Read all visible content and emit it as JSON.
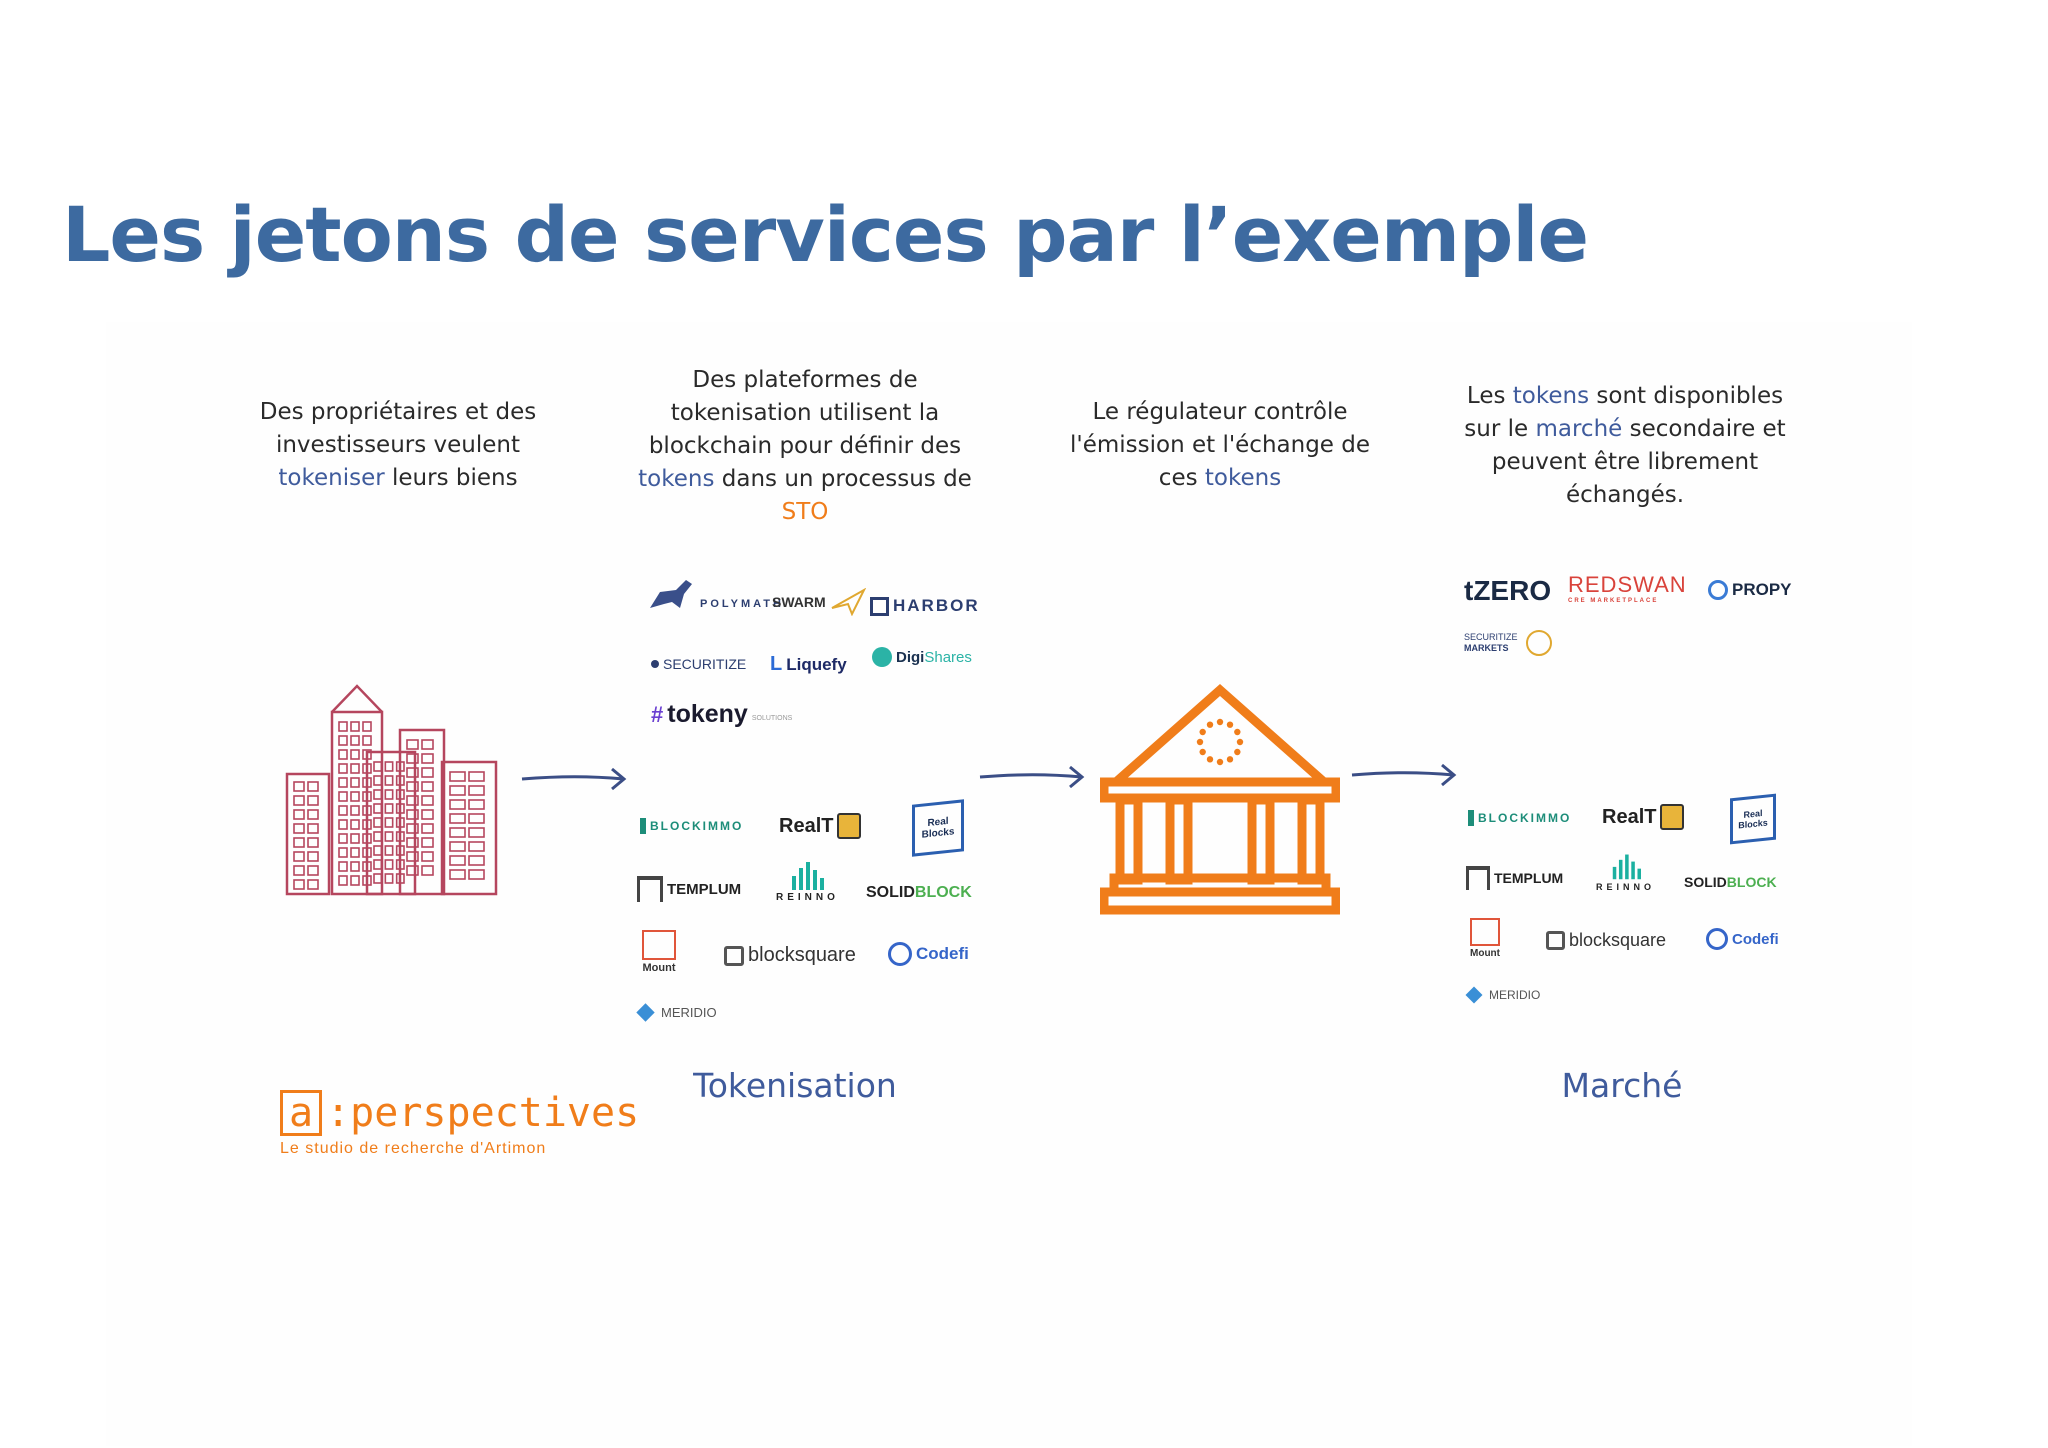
{
  "title": "Les jetons de services par l’exemple",
  "steps": [
    {
      "lines": [
        [
          "Des propriétaires et des"
        ],
        [
          "investisseurs veulent"
        ],
        [
          {
            "t": "tokeniser",
            "c": "blue"
          },
          " leurs biens"
        ]
      ]
    },
    {
      "lines": [
        [
          "Des plateformes de"
        ],
        [
          "tokenisation utilisent la"
        ],
        [
          "blockchain pour définir des"
        ],
        [
          {
            "t": "tokens",
            "c": "blue"
          },
          " dans un processus de"
        ],
        [
          {
            "t": "STO",
            "c": "orange"
          }
        ]
      ]
    },
    {
      "lines": [
        [
          "Le régulateur contrôle"
        ],
        [
          "l'émission et l'échange de"
        ],
        [
          "ces ",
          {
            "t": "tokens",
            "c": "blue"
          }
        ]
      ]
    },
    {
      "lines": [
        [
          "Les ",
          {
            "t": "tokens",
            "c": "blue"
          },
          " sont disponibles"
        ],
        [
          "sur le ",
          {
            "t": "marché",
            "c": "blue"
          },
          " secondaire et"
        ],
        [
          "peuvent être librement"
        ],
        [
          "échangés."
        ]
      ]
    }
  ],
  "sections": {
    "tokenisation": "Tokenisation",
    "marche": "Marché"
  },
  "logos_sto": {
    "polymath": "POLYMATH",
    "swarm": "SWARM",
    "harbor": "HARBOR",
    "securitize": "SECURITIZE",
    "liquefy": "Liquefy",
    "digishares_a": "Digi",
    "digishares_b": "Shares",
    "tokeny": "tokeny",
    "tokeny_sub": "SOLUTIONS"
  },
  "logos_platforms": {
    "blockimmo": "BLOCKIMMO",
    "realt": "RealT",
    "realblocks": "Real Blocks",
    "templum": "TEMPLUM",
    "reinno": "REINNO",
    "solidblock_a": "SOLID",
    "solidblock_b": "BLOCK",
    "mountx": "Mount",
    "blocksquare": "blocksquare",
    "codefi": "Codefi",
    "meridio": "MERIDIO"
  },
  "logos_market": {
    "tzero": "tZERO",
    "redswan_a": "RED",
    "redswan_b": "SWAN",
    "redswan_sub": "CRE MARKETPLACE",
    "propy": "PROPY",
    "securitize_markets_a": "SECURITIZE",
    "securitize_markets_b": "MARKETS"
  },
  "brand": {
    "name": ":perspectives",
    "box": "a",
    "tagline": "Le studio de recherche d'Artimon"
  },
  "colors": {
    "title": "#3d6aa0",
    "accent_blue": "#3f5b9c",
    "accent_orange": "#f07d1a",
    "building": "#b5465e"
  }
}
